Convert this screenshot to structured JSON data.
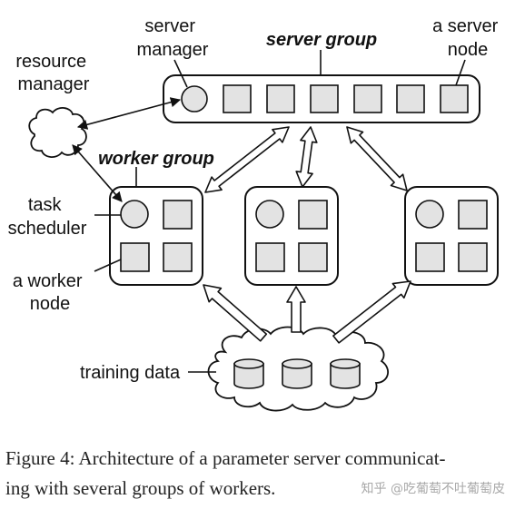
{
  "labels": {
    "server_manager": [
      "server",
      "manager"
    ],
    "server_group": "server group",
    "server_node": [
      "a server",
      "node"
    ],
    "resource_manager": [
      "resource",
      "manager"
    ],
    "worker_group": "worker group",
    "task_scheduler": [
      "task",
      "scheduler"
    ],
    "worker_node": [
      "a worker",
      "node"
    ],
    "training_data": "training data"
  },
  "caption": {
    "line1": "Figure 4: Architecture of a parameter server communicat-",
    "line2": "ing with several groups of workers."
  },
  "watermark": "知乎 @吃葡萄不吐葡萄皮"
}
